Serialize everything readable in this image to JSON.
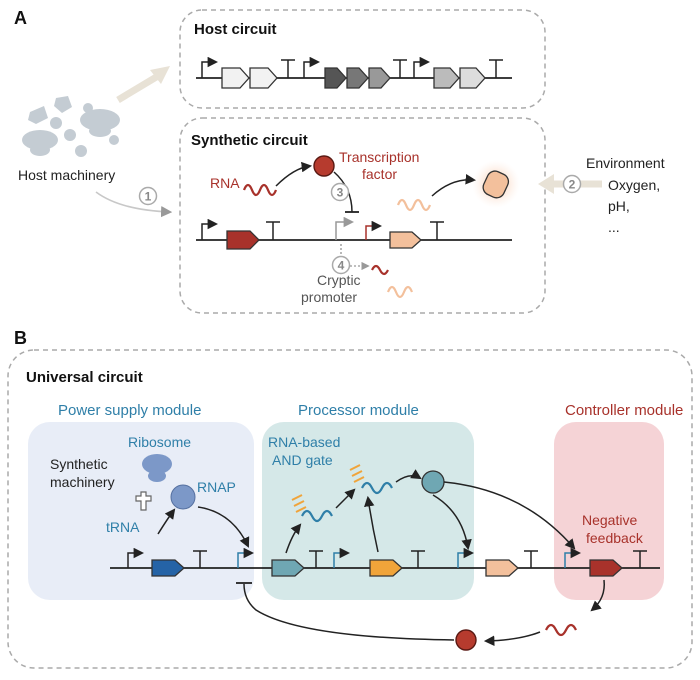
{
  "colors": {
    "red": "#a8322b",
    "blue": "#2f7fa8",
    "orange": "#f0a43a",
    "peach": "#f3c09c",
    "teal": "#6fa7b3",
    "dark_blue": "#2563a6",
    "power_bg": "#e8edf7",
    "processor_bg": "#d5e8e8",
    "controller_bg": "#f5d3d6"
  },
  "panelA": {
    "letter": "A",
    "host_circuit": {
      "title": "Host circuit"
    },
    "host_machinery": {
      "label": "Host machinery"
    },
    "synthetic_circuit": {
      "title": "Synthetic circuit",
      "rna_label": "RNA",
      "tf_label_line1": "Transcription",
      "tf_label_line2": "factor",
      "cryptic_line1": "Cryptic",
      "cryptic_line2": "promoter"
    },
    "environment": {
      "title": "Environment",
      "items": [
        "Oxygen,",
        "pH,",
        "..."
      ]
    },
    "steps": [
      "1",
      "2",
      "3",
      "4"
    ]
  },
  "panelB": {
    "letter": "B",
    "title": "Universal circuit",
    "power_module": {
      "title": "Power supply module",
      "ribosome": "Ribosome",
      "synthetic_line1": "Synthetic",
      "synthetic_line2": "machinery",
      "rnap": "RNAP",
      "trna": "tRNA"
    },
    "processor_module": {
      "title": "Processor module",
      "gate_line1": "RNA-based",
      "gate_line2": "AND gate"
    },
    "controller_module": {
      "title": "Controller module",
      "feedback_line1": "Negative",
      "feedback_line2": "feedback"
    }
  }
}
